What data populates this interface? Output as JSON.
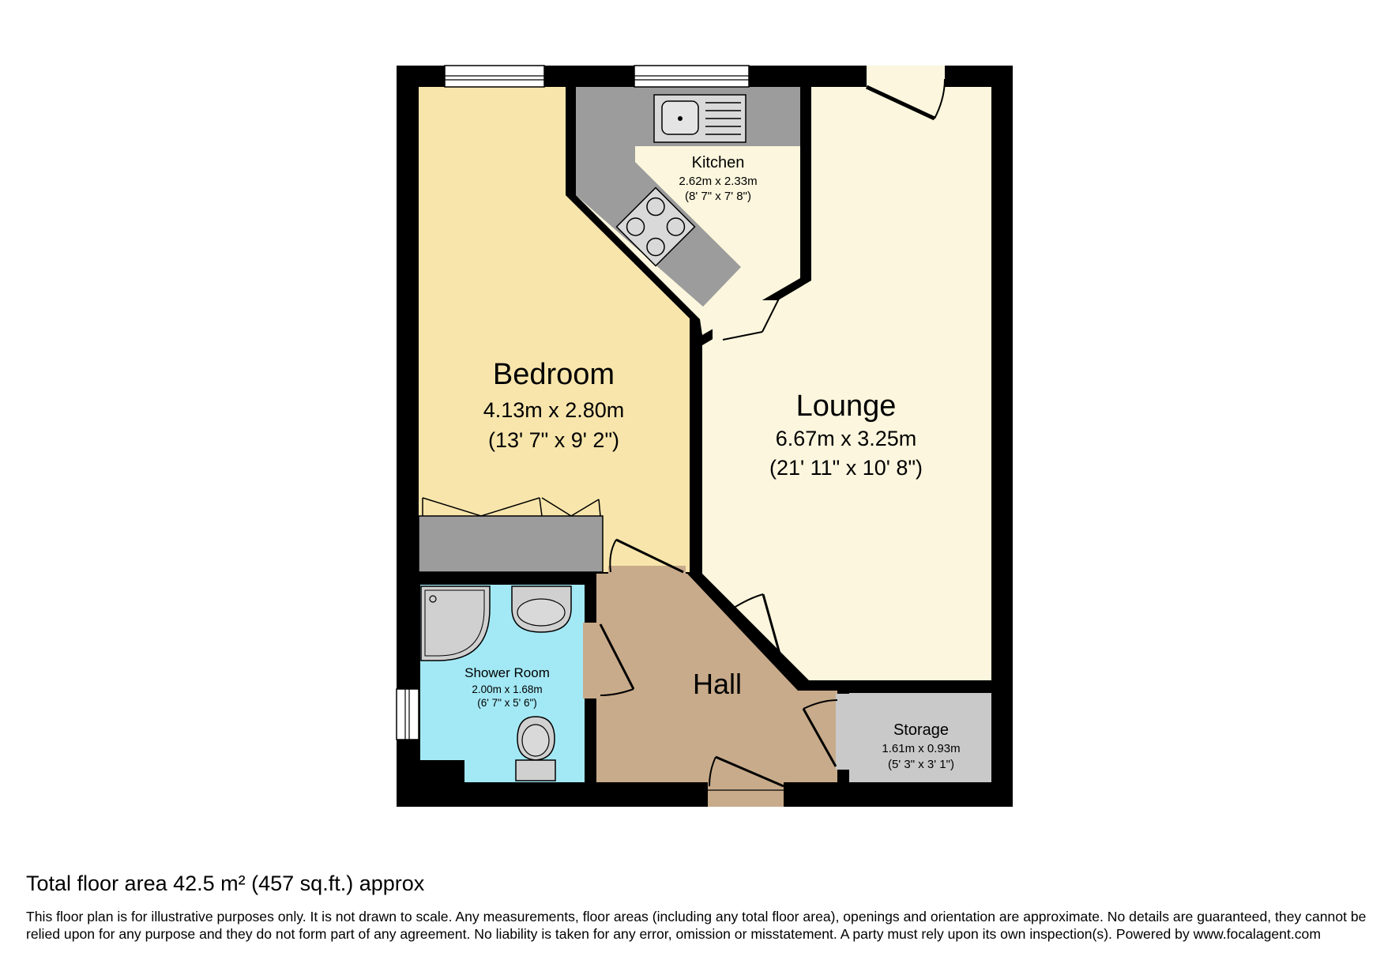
{
  "rooms": {
    "bedroom": {
      "name": "Bedroom",
      "size_m": "4.13m x 2.80m",
      "size_ft": "(13' 7\" x 9' 2\")"
    },
    "kitchen": {
      "name": "Kitchen",
      "size_m": "2.62m x 2.33m",
      "size_ft": "(8' 7\" x 7' 8\")"
    },
    "lounge": {
      "name": "Lounge",
      "size_m": "6.67m x 3.25m",
      "size_ft": "(21' 11\" x 10' 8\")"
    },
    "shower": {
      "name": "Shower Room",
      "size_m": "2.00m x 1.68m",
      "size_ft": "(6' 7\" x 5' 6\")"
    },
    "hall": {
      "name": "Hall"
    },
    "storage": {
      "name": "Storage",
      "size_m": "1.61m x 0.93m",
      "size_ft": "(5' 3\" x 3' 1\")"
    }
  },
  "colors": {
    "wall": "#000000",
    "bedroom": "#f7e5ab",
    "kitchen": "#fbf6dd",
    "lounge": "#fbf6dd",
    "shower": "#a3e9f5",
    "hall": "#c8ab8b",
    "storage": "#c9c9c9",
    "fitted": "#9c9c9c"
  },
  "footer": {
    "total_area": "Total floor area 42.5 m² (457 sq.ft.) approx",
    "disclaimer": "This floor plan is for illustrative purposes only. It is not drawn to scale. Any measurements, floor areas (including any total floor area), openings and orientation are approximate. No details are guaranteed, they cannot be relied upon for any purpose and they do not form part of any agreement. No liability is taken for any error, omission or misstatement. A party must rely upon its own inspection(s). Powered by www.focalagent.com"
  }
}
